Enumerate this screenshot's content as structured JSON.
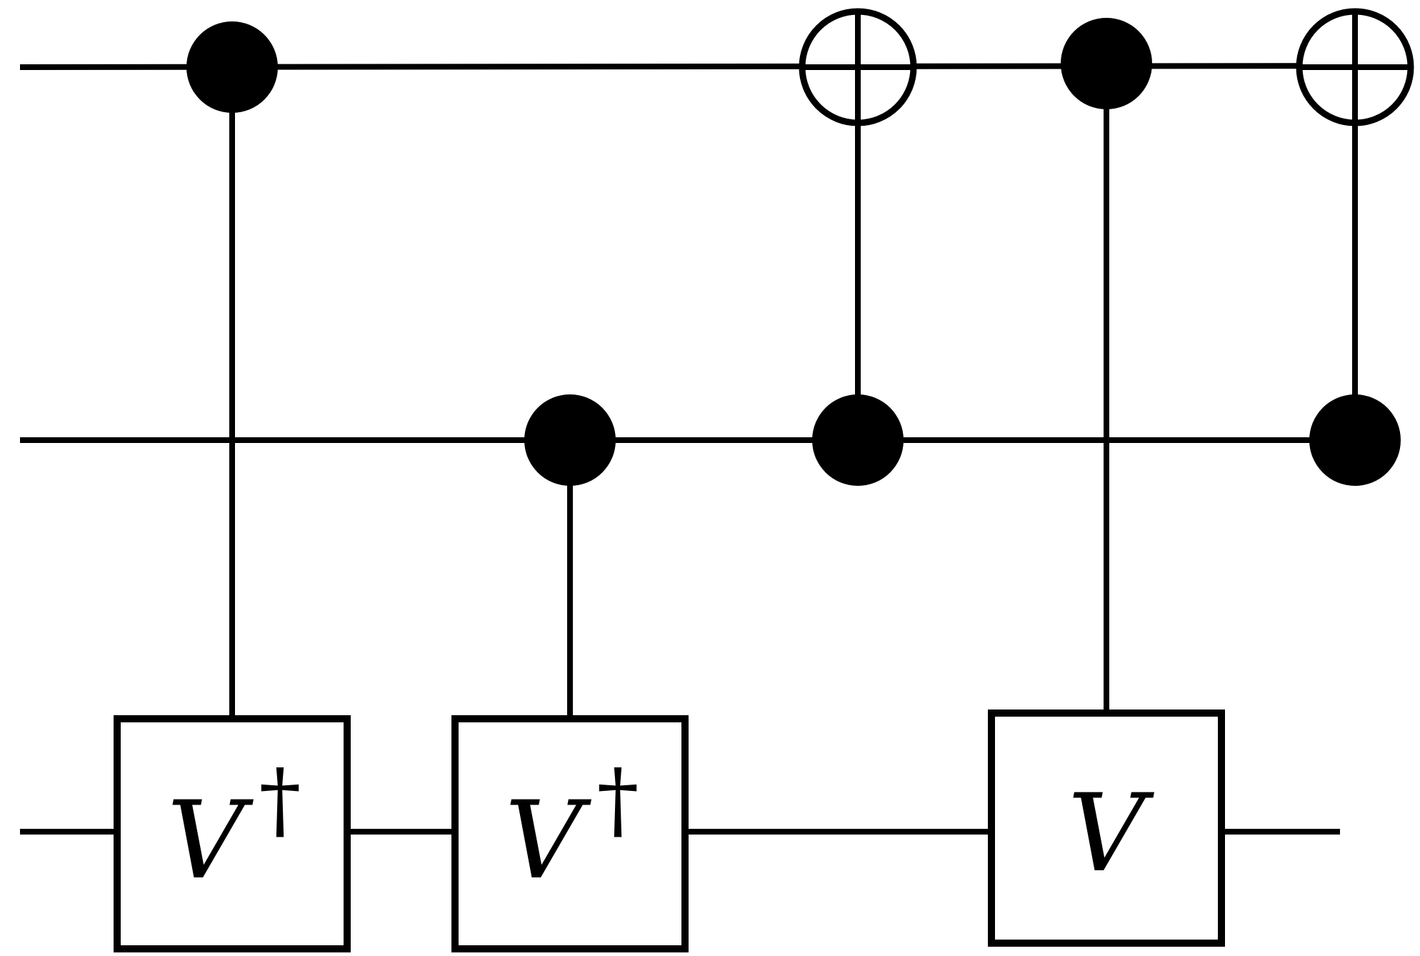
{
  "diagram": {
    "type": "quantum-circuit",
    "qubit_count": 3,
    "gates": [
      {
        "kind": "controlled-unitary",
        "label": "V",
        "superscript": "†",
        "control_qubit": 1,
        "target_qubit": 3
      },
      {
        "kind": "controlled-unitary",
        "label": "V",
        "superscript": "†",
        "control_qubit": 2,
        "target_qubit": 3
      },
      {
        "kind": "cnot",
        "control_qubit": 2,
        "target_qubit": 1
      },
      {
        "kind": "controlled-unitary",
        "label": "V",
        "superscript": "",
        "control_qubit": 1,
        "target_qubit": 3
      },
      {
        "kind": "cnot",
        "control_qubit": 2,
        "target_qubit": 1
      }
    ],
    "colors": {
      "line": "#000000",
      "background": "#ffffff"
    }
  }
}
